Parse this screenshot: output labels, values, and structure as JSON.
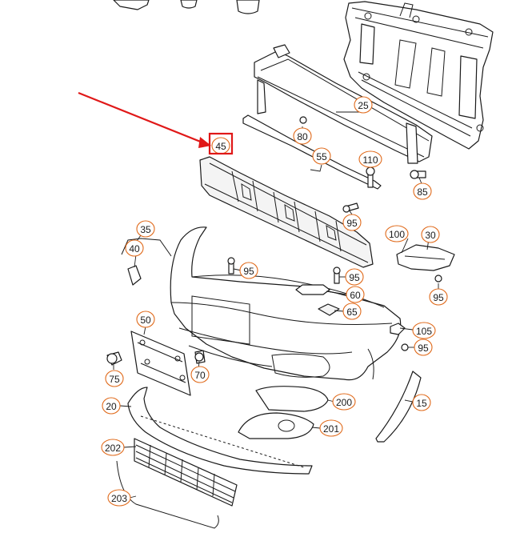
{
  "colors": {
    "callout_outline": "#e06a1b",
    "highlight": "#e01818",
    "line_art": "#1a1a1a",
    "background": "#ffffff"
  },
  "highlighted_part": "45",
  "callouts": [
    {
      "id": "c25",
      "label": "25"
    },
    {
      "id": "c80",
      "label": "80"
    },
    {
      "id": "c45",
      "label": "45"
    },
    {
      "id": "c55",
      "label": "55"
    },
    {
      "id": "c110",
      "label": "110"
    },
    {
      "id": "c85",
      "label": "85"
    },
    {
      "id": "c95a",
      "label": "95"
    },
    {
      "id": "c35",
      "label": "35"
    },
    {
      "id": "c40",
      "label": "40"
    },
    {
      "id": "c95b",
      "label": "95"
    },
    {
      "id": "c95c",
      "label": "95"
    },
    {
      "id": "c60",
      "label": "60"
    },
    {
      "id": "c65",
      "label": "65"
    },
    {
      "id": "c100",
      "label": "100"
    },
    {
      "id": "c30",
      "label": "30"
    },
    {
      "id": "c95d",
      "label": "95"
    },
    {
      "id": "c50",
      "label": "50"
    },
    {
      "id": "c105",
      "label": "105"
    },
    {
      "id": "c95e",
      "label": "95"
    },
    {
      "id": "c75",
      "label": "75"
    },
    {
      "id": "c70",
      "label": "70"
    },
    {
      "id": "c200",
      "label": "200"
    },
    {
      "id": "c15",
      "label": "15"
    },
    {
      "id": "c20",
      "label": "20"
    },
    {
      "id": "c201",
      "label": "201"
    },
    {
      "id": "c202",
      "label": "202"
    },
    {
      "id": "c203",
      "label": "203"
    }
  ]
}
